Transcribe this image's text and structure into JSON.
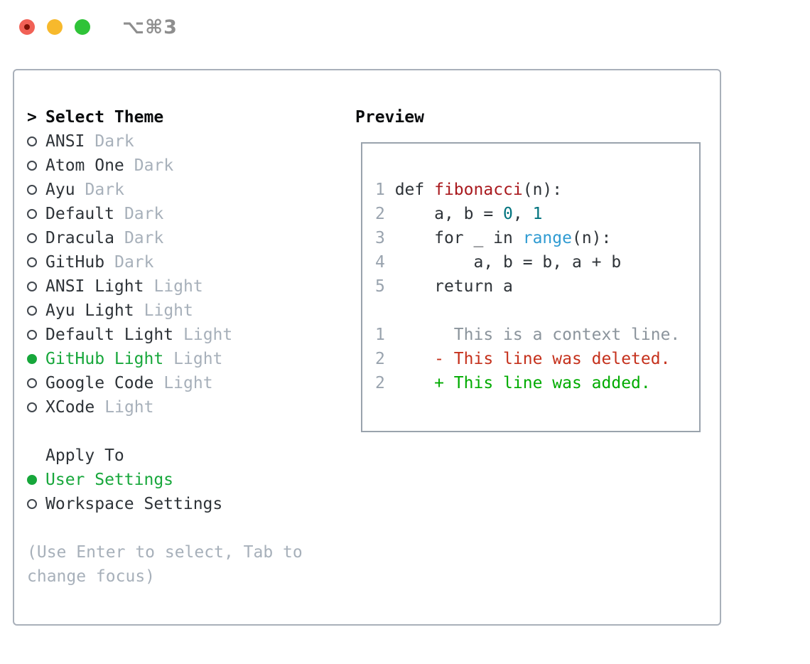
{
  "window": {
    "title": "⌥⌘3",
    "controls": [
      {
        "name": "close",
        "color": "#f16156",
        "modified_dot": true
      },
      {
        "name": "minimize",
        "color": "#f7b92c",
        "modified_dot": false
      },
      {
        "name": "zoom",
        "color": "#2fc338",
        "modified_dot": false
      }
    ]
  },
  "theme_panel": {
    "prompt": ">",
    "heading": "Select Theme",
    "themes": [
      {
        "name": "ANSI",
        "tag": "Dark",
        "selected": false
      },
      {
        "name": "Atom One",
        "tag": "Dark",
        "selected": false
      },
      {
        "name": "Ayu",
        "tag": "Dark",
        "selected": false
      },
      {
        "name": "Default",
        "tag": "Dark",
        "selected": false
      },
      {
        "name": "Dracula",
        "tag": "Dark",
        "selected": false
      },
      {
        "name": "GitHub",
        "tag": "Dark",
        "selected": false
      },
      {
        "name": "ANSI Light",
        "tag": "Light",
        "selected": false
      },
      {
        "name": "Ayu Light",
        "tag": "Light",
        "selected": false
      },
      {
        "name": "Default Light",
        "tag": "Light",
        "selected": false
      },
      {
        "name": "GitHub Light",
        "tag": "Light",
        "selected": true
      },
      {
        "name": "Google Code",
        "tag": "Light",
        "selected": false
      },
      {
        "name": "XCode",
        "tag": "Light",
        "selected": false
      }
    ],
    "apply_to": {
      "heading": "Apply To",
      "options": [
        {
          "name": "User Settings",
          "selected": true
        },
        {
          "name": "Workspace Settings",
          "selected": false
        }
      ]
    },
    "hint": "(Use Enter to select, Tab to change focus)"
  },
  "preview_panel": {
    "heading": "Preview",
    "lines": [
      {
        "num": "1",
        "tokens": [
          {
            "t": " def ",
            "c": "code"
          },
          {
            "t": "fibonacci",
            "c": "func"
          },
          {
            "t": "(n):",
            "c": "code"
          }
        ]
      },
      {
        "num": "2",
        "tokens": [
          {
            "t": "     a, b = ",
            "c": "code"
          },
          {
            "t": "0",
            "c": "num"
          },
          {
            "t": ", ",
            "c": "code"
          },
          {
            "t": "1",
            "c": "num"
          }
        ]
      },
      {
        "num": "3",
        "tokens": [
          {
            "t": "     for _ in ",
            "c": "code"
          },
          {
            "t": "range",
            "c": "builtin"
          },
          {
            "t": "(n):",
            "c": "code"
          }
        ]
      },
      {
        "num": "4",
        "tokens": [
          {
            "t": "         a, b = b, a + b",
            "c": "code"
          }
        ]
      },
      {
        "num": "5",
        "tokens": [
          {
            "t": "     return a",
            "c": "code"
          }
        ]
      },
      {
        "num": "",
        "tokens": []
      },
      {
        "num": "1",
        "tokens": [
          {
            "t": "       This is a context line.",
            "c": "context"
          }
        ]
      },
      {
        "num": "2",
        "tokens": [
          {
            "t": "     - This line was deleted.",
            "c": "deleted"
          }
        ]
      },
      {
        "num": "2",
        "tokens": [
          {
            "t": "     + This line was added.",
            "c": "added"
          }
        ]
      }
    ]
  },
  "colors": {
    "accent_green": "#17a73b",
    "panel_border": "#a9b0ba",
    "preview_border": "#9aa3ad",
    "muted_gray": "#a7b0ba",
    "line_number_gray": "#99a3ae",
    "code_default": "#2e3338",
    "function_red": "#a9191e",
    "number_teal": "#00737e",
    "builtin_blue": "#2f9bd2",
    "context_gray": "#8b949c",
    "deleted_red": "#c5311c",
    "added_green": "#00ab00",
    "title_gray": "#8e8e8e"
  }
}
